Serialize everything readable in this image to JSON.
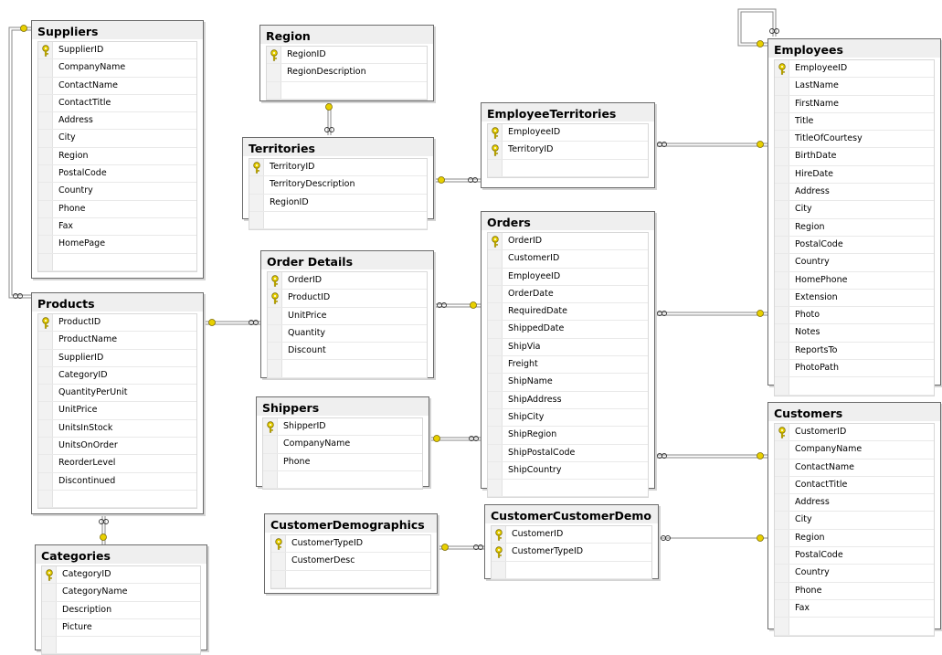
{
  "tables": {
    "suppliers": {
      "title": "Suppliers",
      "columns": [
        "SupplierID",
        "CompanyName",
        "ContactName",
        "ContactTitle",
        "Address",
        "City",
        "Region",
        "PostalCode",
        "Country",
        "Phone",
        "Fax",
        "HomePage"
      ],
      "pk": [
        "SupplierID"
      ]
    },
    "region": {
      "title": "Region",
      "columns": [
        "RegionID",
        "RegionDescription"
      ],
      "pk": [
        "RegionID"
      ]
    },
    "territories": {
      "title": "Territories",
      "columns": [
        "TerritoryID",
        "TerritoryDescription",
        "RegionID"
      ],
      "pk": [
        "TerritoryID"
      ]
    },
    "employee_territories": {
      "title": "EmployeeTerritories",
      "columns": [
        "EmployeeID",
        "TerritoryID"
      ],
      "pk": [
        "EmployeeID",
        "TerritoryID"
      ]
    },
    "employees": {
      "title": "Employees",
      "columns": [
        "EmployeeID",
        "LastName",
        "FirstName",
        "Title",
        "TitleOfCourtesy",
        "BirthDate",
        "HireDate",
        "Address",
        "City",
        "Region",
        "PostalCode",
        "Country",
        "HomePhone",
        "Extension",
        "Photo",
        "Notes",
        "ReportsTo",
        "PhotoPath"
      ],
      "pk": [
        "EmployeeID"
      ]
    },
    "products": {
      "title": "Products",
      "columns": [
        "ProductID",
        "ProductName",
        "SupplierID",
        "CategoryID",
        "QuantityPerUnit",
        "UnitPrice",
        "UnitsInStock",
        "UnitsOnOrder",
        "ReorderLevel",
        "Discontinued"
      ],
      "pk": [
        "ProductID"
      ]
    },
    "order_details": {
      "title": "Order Details",
      "columns": [
        "OrderID",
        "ProductID",
        "UnitPrice",
        "Quantity",
        "Discount"
      ],
      "pk": [
        "OrderID",
        "ProductID"
      ]
    },
    "orders": {
      "title": "Orders",
      "columns": [
        "OrderID",
        "CustomerID",
        "EmployeeID",
        "OrderDate",
        "RequiredDate",
        "ShippedDate",
        "ShipVia",
        "Freight",
        "ShipName",
        "ShipAddress",
        "ShipCity",
        "ShipRegion",
        "ShipPostalCode",
        "ShipCountry"
      ],
      "pk": [
        "OrderID"
      ]
    },
    "shippers": {
      "title": "Shippers",
      "columns": [
        "ShipperID",
        "CompanyName",
        "Phone"
      ],
      "pk": [
        "ShipperID"
      ]
    },
    "customers": {
      "title": "Customers",
      "columns": [
        "CustomerID",
        "CompanyName",
        "ContactName",
        "ContactTitle",
        "Address",
        "City",
        "Region",
        "PostalCode",
        "Country",
        "Phone",
        "Fax"
      ],
      "pk": [
        "CustomerID"
      ]
    },
    "categories": {
      "title": "Categories",
      "columns": [
        "CategoryID",
        "CategoryName",
        "Description",
        "Picture"
      ],
      "pk": [
        "CategoryID"
      ]
    },
    "customer_demographics": {
      "title": "CustomerDemographics",
      "columns": [
        "CustomerTypeID",
        "CustomerDesc"
      ],
      "pk": [
        "CustomerTypeID"
      ]
    },
    "customer_customer_demo": {
      "title": "CustomerCustomerDemo",
      "columns": [
        "CustomerID",
        "CustomerTypeID"
      ],
      "pk": [
        "CustomerID",
        "CustomerTypeID"
      ]
    }
  },
  "relationships": [
    {
      "from": "region",
      "to": "territories"
    },
    {
      "from": "territories",
      "to": "employee_territories"
    },
    {
      "from": "employees",
      "to": "employee_territories"
    },
    {
      "from": "employees",
      "to": "employees"
    },
    {
      "from": "suppliers",
      "to": "products"
    },
    {
      "from": "products",
      "to": "order_details"
    },
    {
      "from": "orders",
      "to": "order_details"
    },
    {
      "from": "employees",
      "to": "orders"
    },
    {
      "from": "shippers",
      "to": "orders"
    },
    {
      "from": "customers",
      "to": "orders"
    },
    {
      "from": "categories",
      "to": "products"
    },
    {
      "from": "customer_demographics",
      "to": "customer_customer_demo"
    },
    {
      "from": "customers",
      "to": "customer_customer_demo"
    }
  ],
  "colors": {
    "key": "#e8d000",
    "key_outline": "#7a6a00",
    "header_bg": "#efefef",
    "border": "#6b6b6b"
  }
}
